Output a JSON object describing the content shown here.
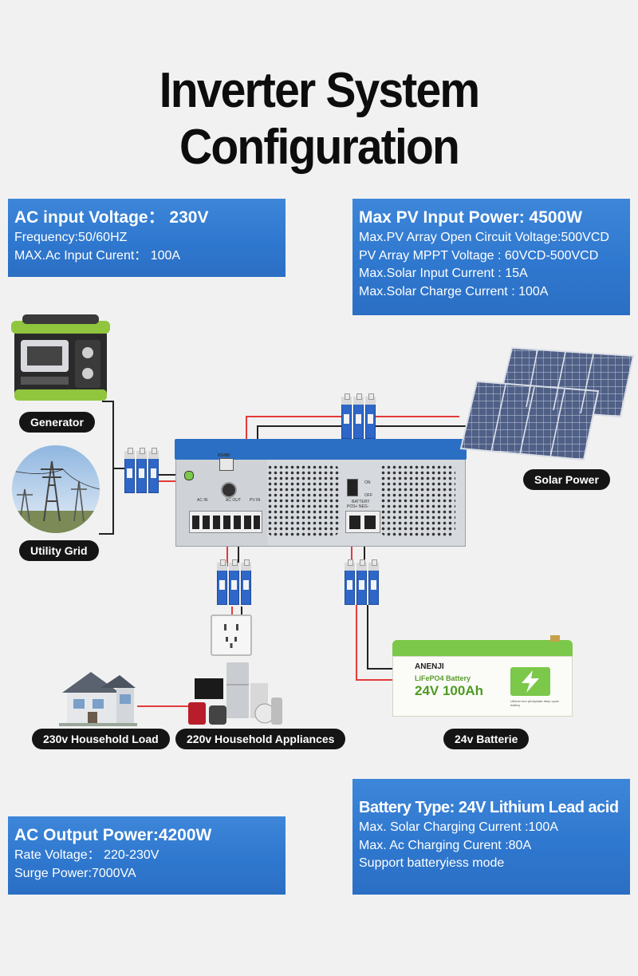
{
  "title": "Inverter System Configuration",
  "ac_input": {
    "heading": "AC input Voltage： 230V",
    "lines": [
      "Frequency:50/60HZ",
      "MAX.Ac Input Curent： 100A"
    ]
  },
  "pv_input": {
    "heading": "Max PV Input Power: 4500W",
    "lines": [
      "Max.PV Array Open Circuit Voltage:500VCD",
      "PV Array MPPT Voltage : 60VCD-500VCD",
      "Max.Solar Input Current : 15A",
      "Max.Solar Charge  Current : 100A"
    ]
  },
  "ac_output": {
    "heading": "AC Output Power:4200W",
    "lines": [
      "Rate Voltage： 220-230V",
      "Surge Power:7000VA"
    ]
  },
  "battery_info": {
    "heading": "Battery Type: 24V Lithium Lead acid",
    "lines": [
      "Max. Solar Charging Current :100A",
      "Max. Ac Charging Curent :80A",
      "Support batteryiess mode"
    ]
  },
  "labels": {
    "generator": "Generator",
    "utility_grid": "Utility Grid",
    "solar_power": "Solar Power",
    "household_load": "230v Household Load",
    "household_appliances": "220v Household Appliances",
    "batterie": "24v Batterie"
  },
  "inverter": {
    "port_label": "RS485",
    "on": "ON",
    "off": "OFF",
    "battery_label": "BATTERY",
    "pos_neg": "POS+ NEG-",
    "ac_in": "AC IN",
    "ac_out": "AC OUT",
    "pv_in": "PV IN"
  },
  "battery": {
    "brand": "ANENJI",
    "chem": "LiFePO4 Battery",
    "spec": "24V 100Ah",
    "sub": "Lithium iron phosphate deep cycle battery"
  },
  "colors": {
    "box_blue": "#2f78cf",
    "wire_red": "#e43a3a",
    "wire_black": "#222222",
    "battery_green": "#7cc84a"
  }
}
